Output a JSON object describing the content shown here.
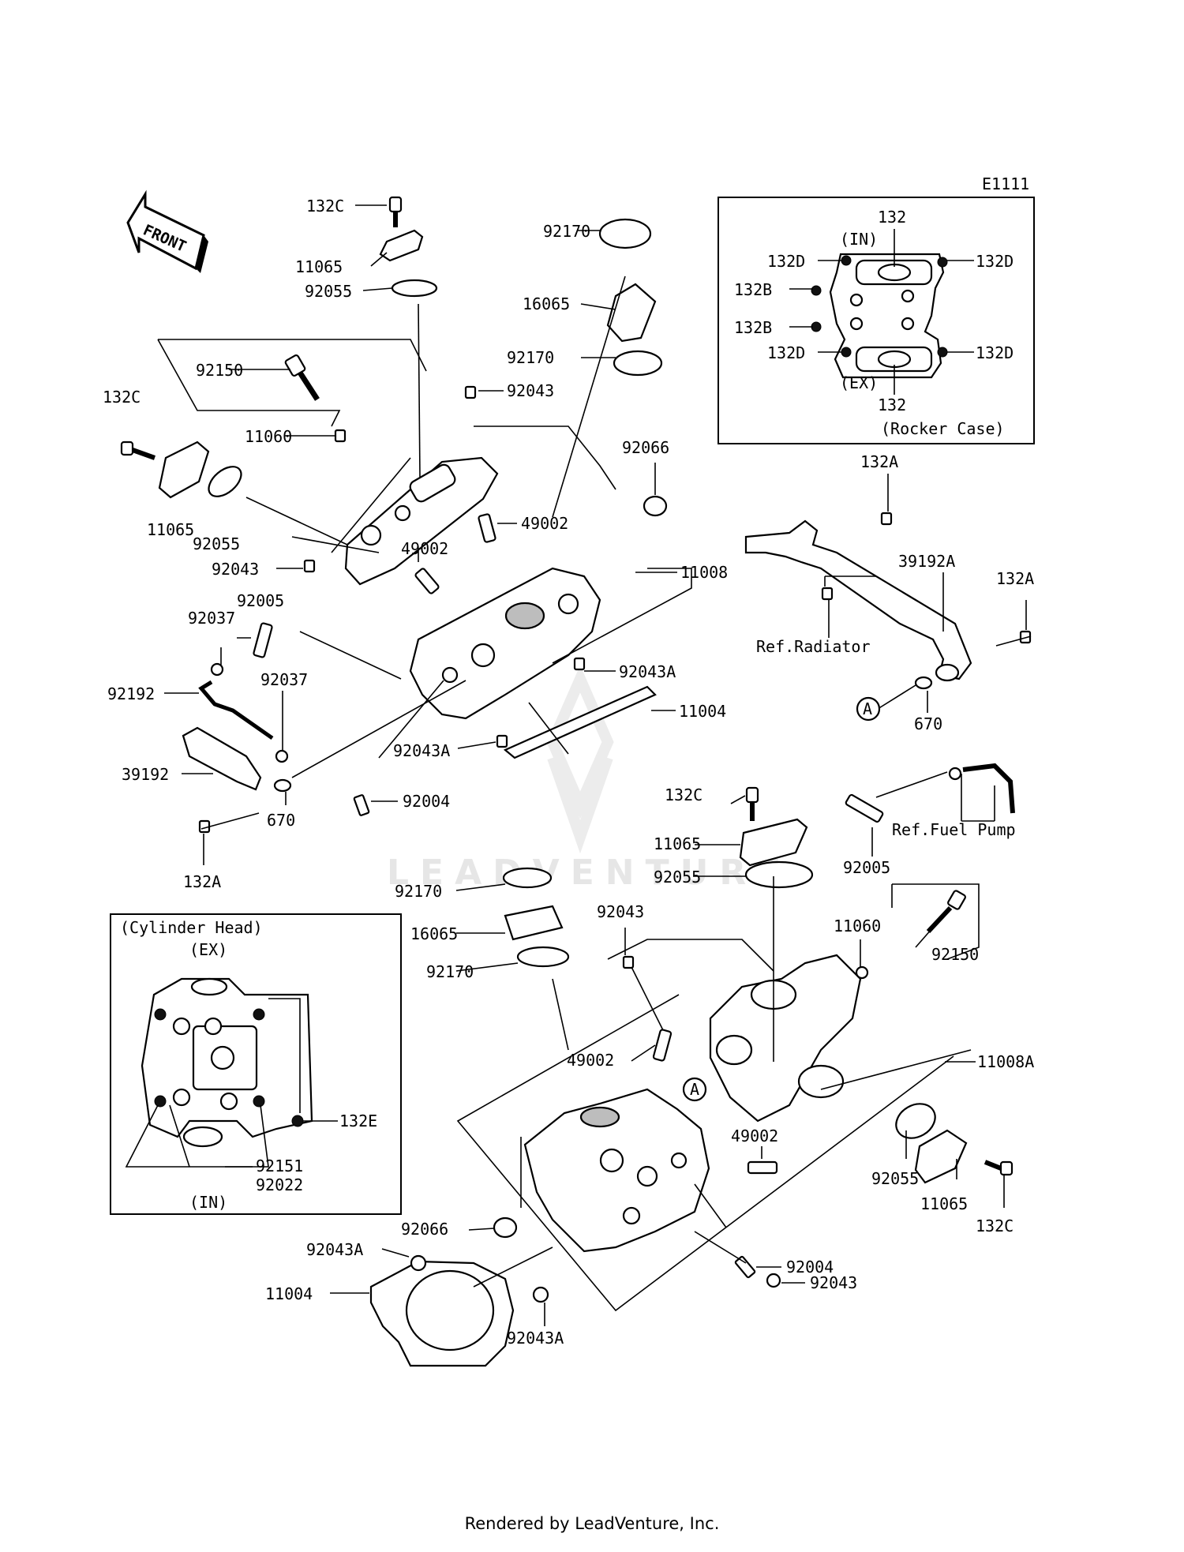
{
  "diagram": {
    "code": "E1111",
    "front_label": "FRONT",
    "watermark": "LEADVENTURE",
    "rocker_case_inset": {
      "caption": "(Rocker Case)",
      "in_label": "(IN)",
      "ex_label": "(EX)",
      "labels": [
        "132",
        "132D",
        "132D",
        "132B",
        "132B",
        "132D",
        "132D",
        "132"
      ]
    },
    "cylinder_head_inset": {
      "caption": "(Cylinder Head)",
      "ex_label": "(EX)",
      "in_label": "(IN)",
      "labels": [
        "132E",
        "92151",
        "92022"
      ]
    },
    "callouts": [
      {
        "id": "c1",
        "text": "132C"
      },
      {
        "id": "c2",
        "text": "11065"
      },
      {
        "id": "c3",
        "text": "92055"
      },
      {
        "id": "c4",
        "text": "92150"
      },
      {
        "id": "c5",
        "text": "132C"
      },
      {
        "id": "c6",
        "text": "11060"
      },
      {
        "id": "c7",
        "text": "11065"
      },
      {
        "id": "c8",
        "text": "92055"
      },
      {
        "id": "c9",
        "text": "92043"
      },
      {
        "id": "c10",
        "text": "92005"
      },
      {
        "id": "c11",
        "text": "92037"
      },
      {
        "id": "c12",
        "text": "92192"
      },
      {
        "id": "c13",
        "text": "92037"
      },
      {
        "id": "c14",
        "text": "39192"
      },
      {
        "id": "c15",
        "text": "670"
      },
      {
        "id": "c16",
        "text": "132A"
      },
      {
        "id": "c17",
        "text": "92004"
      },
      {
        "id": "c18",
        "text": "92043A"
      },
      {
        "id": "c19",
        "text": "49002"
      },
      {
        "id": "c20",
        "text": "92170"
      },
      {
        "id": "c21",
        "text": "16065"
      },
      {
        "id": "c22",
        "text": "92170"
      },
      {
        "id": "c23",
        "text": "92043"
      },
      {
        "id": "c24",
        "text": "92066"
      },
      {
        "id": "c25",
        "text": "49002"
      },
      {
        "id": "c26",
        "text": "11008"
      },
      {
        "id": "c27",
        "text": "92043A"
      },
      {
        "id": "c28",
        "text": "11004"
      },
      {
        "id": "c29",
        "text": "132A"
      },
      {
        "id": "c30",
        "text": "39192A"
      },
      {
        "id": "c31",
        "text": "132A"
      },
      {
        "id": "c32",
        "text": "Ref.Radiator"
      },
      {
        "id": "c33",
        "text": "A"
      },
      {
        "id": "c34",
        "text": "670"
      },
      {
        "id": "c35",
        "text": "Ref.Fuel Pump"
      },
      {
        "id": "c36",
        "text": "92005"
      },
      {
        "id": "c37",
        "text": "132C"
      },
      {
        "id": "c38",
        "text": "11065"
      },
      {
        "id": "c39",
        "text": "92055"
      },
      {
        "id": "c40",
        "text": "92170"
      },
      {
        "id": "c41",
        "text": "16065"
      },
      {
        "id": "c42",
        "text": "92170"
      },
      {
        "id": "c43",
        "text": "92043"
      },
      {
        "id": "c44",
        "text": "11060"
      },
      {
        "id": "c45",
        "text": "92150"
      },
      {
        "id": "c46",
        "text": "11008A"
      },
      {
        "id": "c47",
        "text": "49002"
      },
      {
        "id": "c48",
        "text": "A"
      },
      {
        "id": "c49",
        "text": "49002"
      },
      {
        "id": "c50",
        "text": "92055"
      },
      {
        "id": "c51",
        "text": "11065"
      },
      {
        "id": "c52",
        "text": "132C"
      },
      {
        "id": "c53",
        "text": "92066"
      },
      {
        "id": "c54",
        "text": "92043A"
      },
      {
        "id": "c55",
        "text": "11004"
      },
      {
        "id": "c56",
        "text": "92043A"
      },
      {
        "id": "c57",
        "text": "92004"
      },
      {
        "id": "c58",
        "text": "92043"
      }
    ]
  },
  "footer": "Rendered by LeadVenture, Inc."
}
